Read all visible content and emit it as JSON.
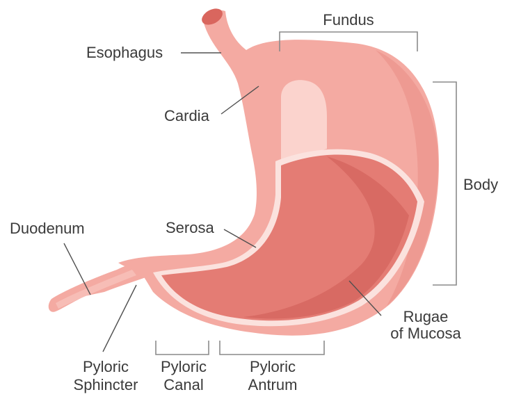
{
  "diagram": {
    "labels": {
      "fundus": "Fundus",
      "esophagus": "Esophagus",
      "cardia": "Cardia",
      "body": "Body",
      "duodenum": "Duodenum",
      "serosa": "Serosa",
      "rugae_line1": "Rugae",
      "rugae_line2": "of Mucosa",
      "pyloric_sphincter_line1": "Pyloric",
      "pyloric_sphincter_line2": "Sphincter",
      "pyloric_canal_line1": "Pyloric",
      "pyloric_canal_line2": "Canal",
      "pyloric_antrum_line1": "Pyloric",
      "pyloric_antrum_line2": "Antrum"
    },
    "colors": {
      "outer_wall": "#f4aaa2",
      "outer_wall_light": "#f7bdb6",
      "outer_wall_dark": "#ee9a92",
      "highlight": "#fbd3cd",
      "mucosa_rim": "#fbe2de",
      "mucosa": "#e47c74",
      "mucosa_dark": "#d86a63",
      "esophagus_opening": "#d9665e",
      "text": "#3a3a3a",
      "leader": "#505050",
      "bracket": "#8a8a8a"
    }
  }
}
